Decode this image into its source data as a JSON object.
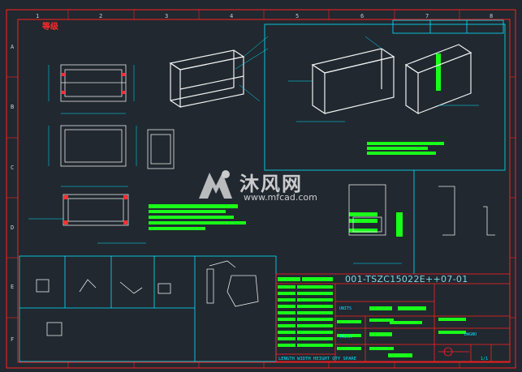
{
  "stamp": "等级",
  "ruler": {
    "top": [
      "1",
      "2",
      "3",
      "4",
      "5",
      "6",
      "7",
      "8"
    ],
    "side": [
      "A",
      "B",
      "C",
      "D",
      "E",
      "F"
    ]
  },
  "drawing_number": "001-TSZC15022E++07-01",
  "title_block": {
    "units": "UNITS",
    "thick": "THICK",
    "dwg_no": "DWGNO",
    "scale": "1/1",
    "bottom_row": "LENGTH WIDTH HEIGHT QTY SPARE"
  },
  "watermark": {
    "cn": "沐风网",
    "en": "www.mfcad.com"
  },
  "colors": {
    "background": "#212830",
    "border": "#ff2020",
    "frame": "#00e5ff",
    "highlight": "#19ff19",
    "text": "#c8ced4"
  }
}
